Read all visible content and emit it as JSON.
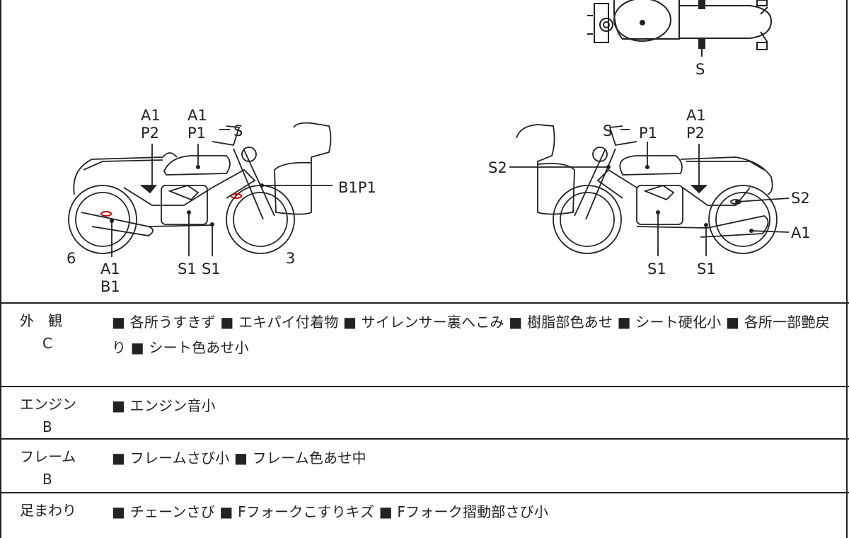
{
  "diagram_labels": {
    "top_view": {
      "s": "S"
    },
    "left_view": {
      "a1_tank": "A1",
      "p2_tank": "P2",
      "a1_side": "A1",
      "p1_side": "P1",
      "s_mirror": "S",
      "b1p1_front": "B1P1",
      "six": "6",
      "a1_rear": "A1",
      "b1_rear": "B1",
      "s1_engine": "S1",
      "s1_exhaust": "S1",
      "three": "3"
    },
    "right_view": {
      "s_mirror": "S",
      "p1_tank": "P1",
      "a1_side": "A1",
      "p2_side": "P2",
      "s2_front": "S2",
      "s2_rear": "S2",
      "a1_muffler": "A1",
      "s1_engine": "S1",
      "s1_exhaust": "S1"
    }
  },
  "table": {
    "rows": [
      {
        "label": "外　観",
        "grade": "C",
        "items": "■ 各所うすきず ■ エキパイ付着物 ■ サイレンサー裏へこみ ■ 樹脂部色あせ ■ シート硬化小 ■ 各所一部艶戻り ■ シート色あせ小"
      },
      {
        "label": "エンジン",
        "grade": "B",
        "items": "■ エンジン音小"
      },
      {
        "label": "フレーム",
        "grade": "B",
        "items": "■ フレームさび小 ■ フレーム色あせ中"
      },
      {
        "label": "足まわり",
        "grade": "",
        "items": "■ チェーンさび ■ Fフォークこすりキズ ■ Fフォーク摺動部さび小"
      }
    ]
  }
}
